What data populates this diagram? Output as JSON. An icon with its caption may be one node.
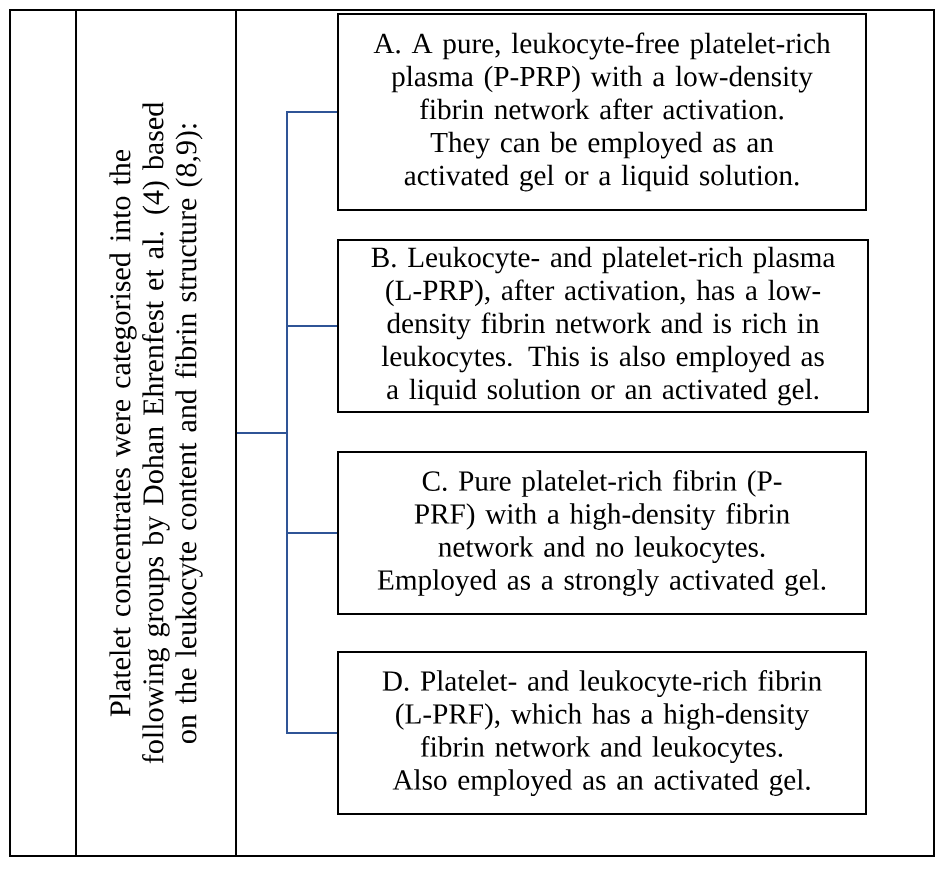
{
  "diagram": {
    "nodes": [
      {
        "text": [
          "Platelet concentrates were categorised into the following groups by Dohan Ehrenfest et al. (4) based on the leukocyte content and fibrin structure (8,9):"
        ]
      },
      {
        "text": [
          "A. A pure, leukocyte-free platelet-rich plasma (P-PRP) with a low-density fibrin network after activation. They can be employed as an activated gel or a liquid solution."
        ]
      },
      {
        "text": [
          "B. Leukocyte- and platelet-rich plasma (L-PRP), after activation, has a low-density fibrin network and is rich in leukocytes. This is also employed as a liquid solution or an activated gel."
        ]
      },
      {
        "text": [
          "C. Pure platelet-rich fibrin (P-PRF) with a high-density fibrin network and no leukocytes. Employed as a strongly activated gel."
        ]
      },
      {
        "text": [
          "D. Platelet- and leukocyte-rich fibrin (L-PRF), which has a high-density fibrin network and leukocytes. Also employed as an activated gel."
        ]
      }
    ],
    "edges": [
      {
        "from": 0,
        "to": 1,
        "arrow": "none",
        "color": "#2f5496"
      },
      {
        "from": 0,
        "to": 2,
        "arrow": "none",
        "color": "#2f5496"
      },
      {
        "from": 0,
        "to": 3,
        "arrow": "none",
        "color": "#2f5496"
      },
      {
        "from": 0,
        "to": 4,
        "arrow": "none",
        "color": "#2f5496"
      }
    ]
  }
}
